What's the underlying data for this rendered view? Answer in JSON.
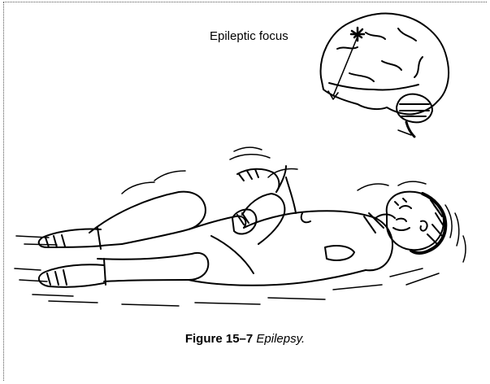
{
  "labels": {
    "focus": "Epileptic focus"
  },
  "caption": {
    "number": "Figure 15–7",
    "title": "Epilepsy."
  },
  "icons": {
    "brain": "brain-icon",
    "person": "convulsing-person-icon"
  }
}
